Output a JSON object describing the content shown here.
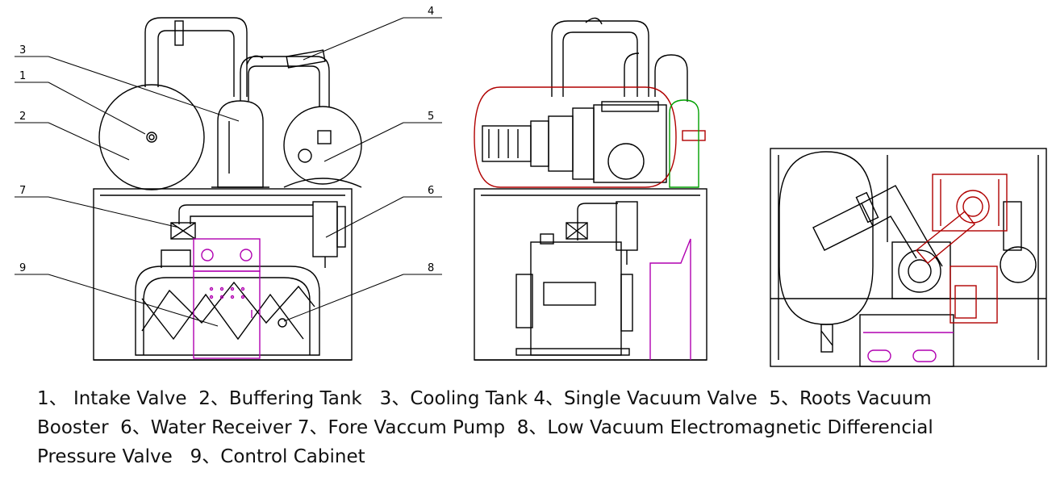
{
  "callouts": [
    "1",
    "2",
    "3",
    "4",
    "5",
    "6",
    "7",
    "8",
    "9"
  ],
  "legend": {
    "items": [
      "1、 Intake Valve  2、Buffering Tank   3、Cooling Tank 4、Single Vacuum Valve  5、Roots Vacuum",
      "Booster  6、Water Receiver 7、Fore Vaccum Pump  8、Low Vacuum Electromagnetic Differencial",
      "Pressure Valve   9、Control Cabinet"
    ]
  },
  "colors": {
    "line": "#000000",
    "roots_booster": "#b00000",
    "valve_frame": "#00a000",
    "control_cabinet": "#b000b0"
  }
}
